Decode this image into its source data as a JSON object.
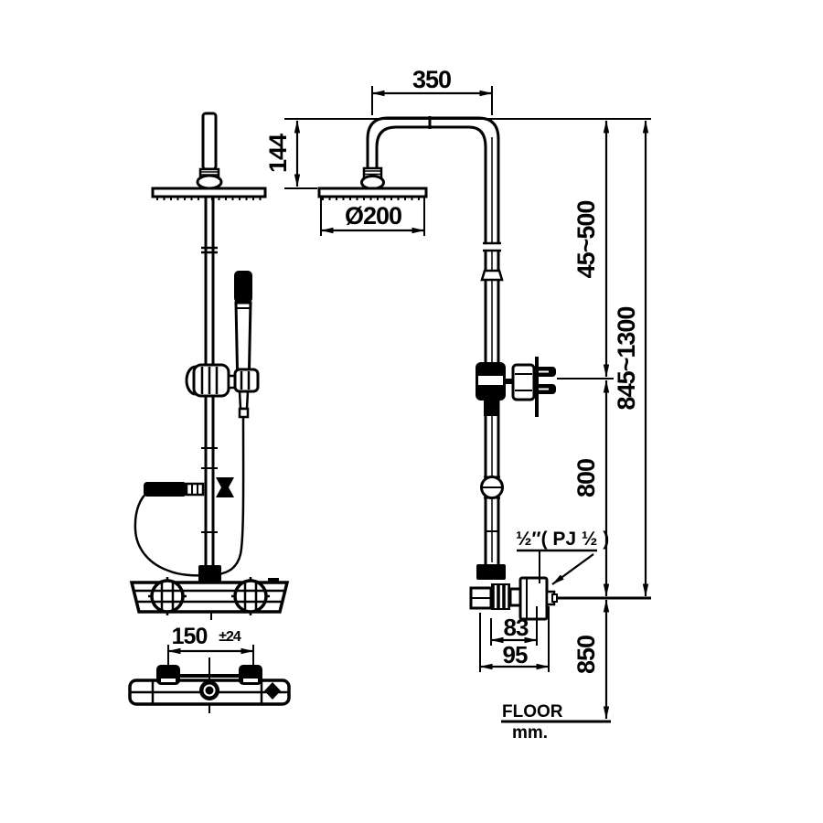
{
  "page": {
    "background": "#ffffff",
    "ink": "#000000"
  },
  "drawing": {
    "dimensions": {
      "arm_span": "350",
      "head_drop": "144",
      "head_diameter": "Ø200",
      "upper_range": "45~500",
      "overall_range": "845~1300",
      "holder_height": "800",
      "valve_floor": "850",
      "depth_a": "83",
      "depth_b": "95",
      "inlet_spacing": "150",
      "inlet_tolerance": "±24",
      "thread_spec": "½″( PJ ½ )"
    },
    "footer": {
      "floor_label": "FLOOR",
      "units_label": "mm."
    }
  }
}
